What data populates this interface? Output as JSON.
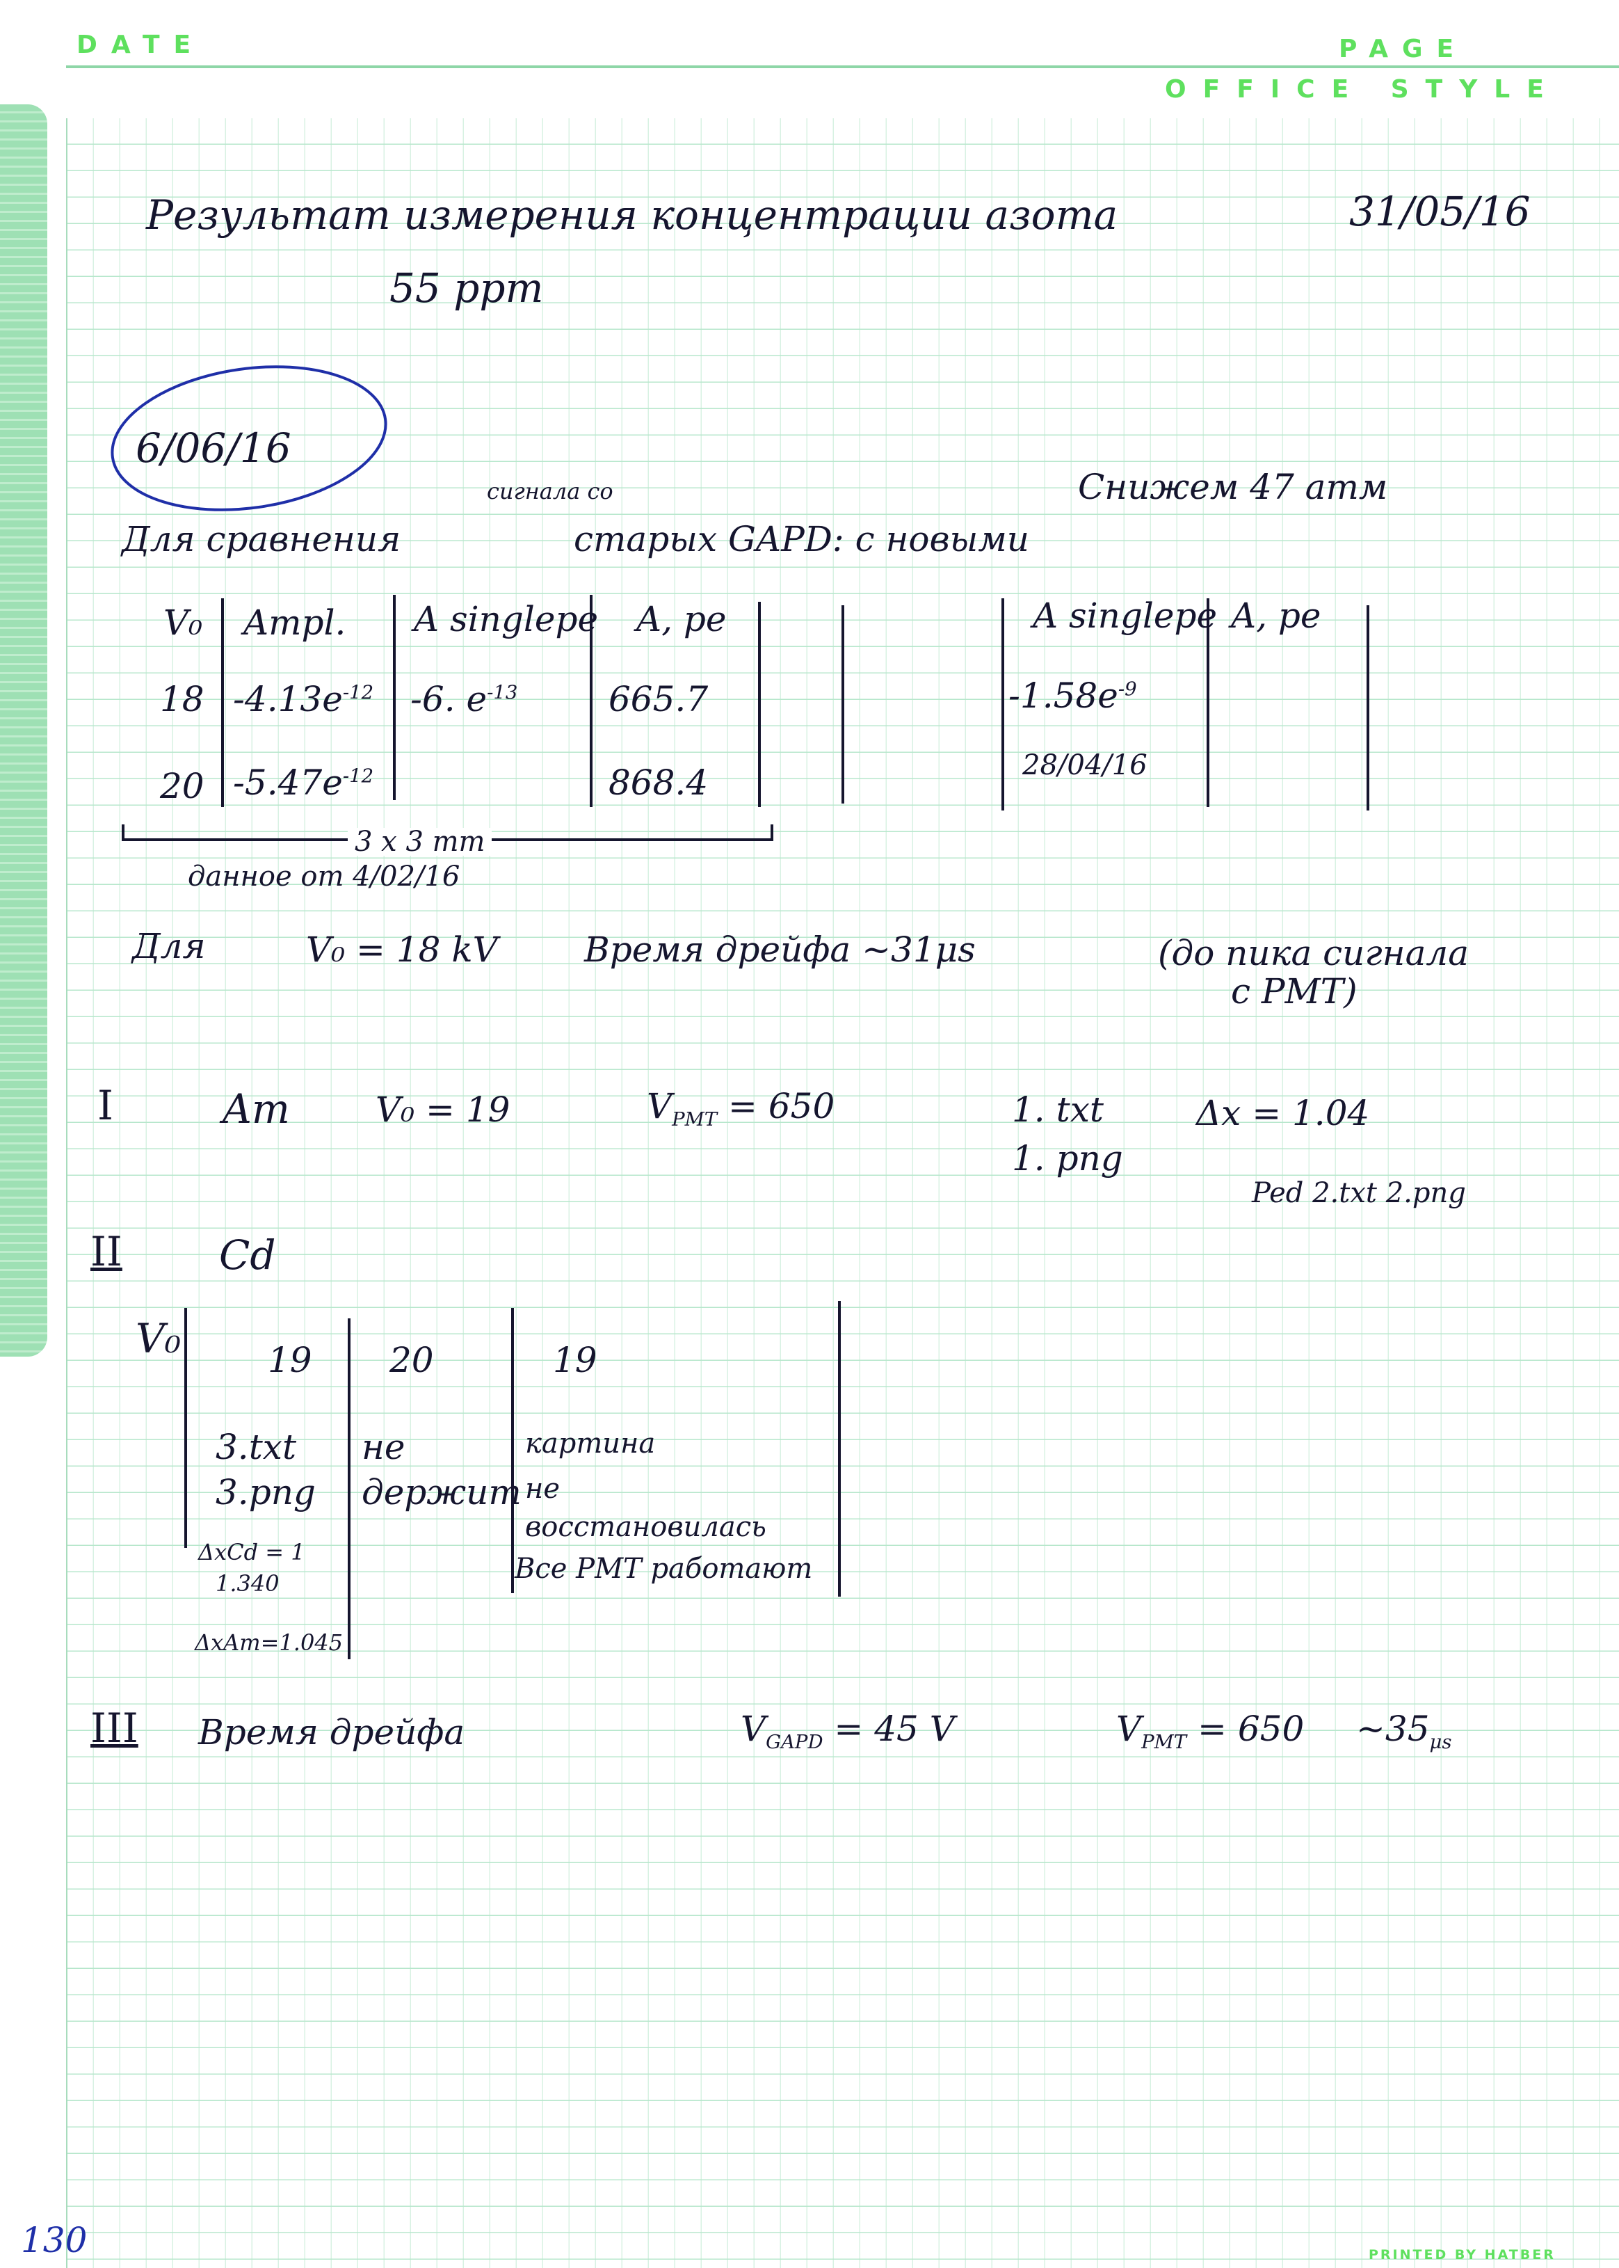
{
  "header": {
    "date_label": "DATE",
    "page_label": "PAGE",
    "office_style": "OFFICE STYLE",
    "printed_by": "PRINTED BY HATBER"
  },
  "title": {
    "line1": "Результат измерения концентрации азота",
    "date1": "31/05/16",
    "ppm": "55 ppm"
  },
  "entry": {
    "date": "6/06/16",
    "lower": "Снижем 47 атм",
    "compare_prefix": "Для сравнения",
    "compare_insert": "сигнала со",
    "compare_rest": "старых GAPD: с новыми"
  },
  "table1": {
    "h_v0": "V₀",
    "h_ampl": "Ampl.",
    "h_asingle": "A singlepe",
    "h_ape": "A, pe",
    "r1_v": "18",
    "r1_ampl": "-4.13e",
    "r1_ampl_exp": "-12",
    "r1_asingle": "-6. e",
    "r1_asingle_exp": "-13",
    "r1_ape": "665.7",
    "r2_v": "20",
    "r2_ampl": "-5.47e",
    "r2_ampl_exp": "-12",
    "r2_ape": "868.4",
    "r_h_asingle": "A singlepe",
    "r_h_ape": "A, pe",
    "r_r1": "-1.58e",
    "r_r1_exp": "-9",
    "r_r2": "28/04/16",
    "size": "3 x 3 mm",
    "data_from": "данное от 4/02/16"
  },
  "drift": {
    "prefix": "Для",
    "v0": "V₀ = 18 kV",
    "time": "Время дрейфа ~31μs",
    "note1": "(до пика сигнала",
    "note2": "с PMT)"
  },
  "section1": {
    "num": "I",
    "label": "Am",
    "v0": "V₀ = 19",
    "vpmt": "V",
    "vpmt_sub": "PMT",
    "vpmt_val": "= 650",
    "f1": "1. txt",
    "f2": "1. png",
    "dx": "Δx = 1.04",
    "ped": "Ped 2.txt 2.png"
  },
  "section2": {
    "num": "II",
    "label": "Cd",
    "v0": "V₀",
    "c1": "19",
    "c2": "20",
    "c3": "19",
    "c1_f1": "3.txt",
    "c1_f2": "3.png",
    "c1_dx": "ΔxCd = 1",
    "c1_dx2": "1.340",
    "c1_dxam": "ΔxAm=1.045",
    "c2_a": "не",
    "c2_b": "держит",
    "c3_a": "картина",
    "c3_b": "не",
    "c3_c": "восстановилась",
    "c3_d": "Все PMT работают"
  },
  "section3": {
    "num": "III",
    "label": "Время дрейфа",
    "vgapd": "V",
    "vgapd_sub": "GAPD",
    "vgapd_val": "= 45 V",
    "vpmt": "V",
    "vpmt_sub": "PMT",
    "vpmt_val": "= 650",
    "time": "~35",
    "time_unit": "μs"
  },
  "page_number": "130"
}
